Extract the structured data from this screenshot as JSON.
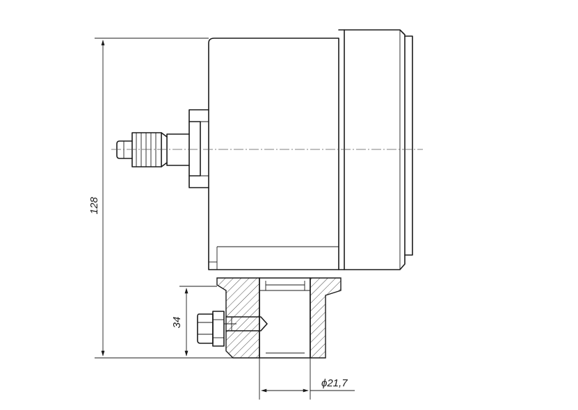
{
  "dimensions": {
    "height_total": "128",
    "fitting_height": "34",
    "bore_diameter": "ϕ21,7"
  }
}
